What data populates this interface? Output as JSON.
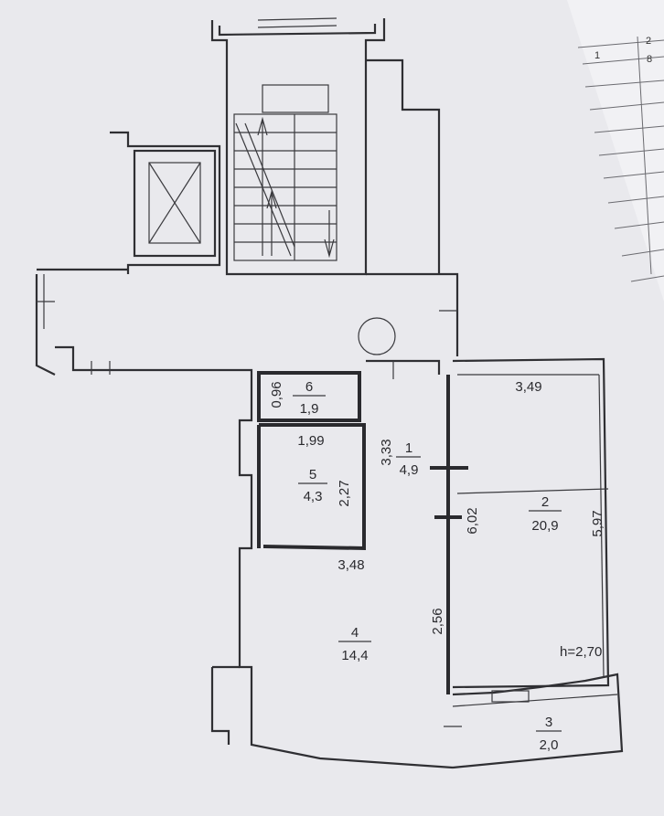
{
  "rooms": [
    {
      "id": "1",
      "number": "1",
      "area": "4,9"
    },
    {
      "id": "2",
      "number": "2",
      "area": "20,9"
    },
    {
      "id": "3",
      "number": "3",
      "area": "2,0"
    },
    {
      "id": "4",
      "number": "4",
      "area": "14,4"
    },
    {
      "id": "5",
      "number": "5",
      "area": "4,3"
    },
    {
      "id": "6",
      "number": "6",
      "area": "1,9"
    }
  ],
  "dimensions": {
    "room2_width": "3,49",
    "room2_length": "6,02",
    "room2_length_outer": "5,97",
    "room1_length": "3,33",
    "room5_width": "1,99",
    "room5_length": "2,27",
    "room6_width": "0,96",
    "room4_width": "3,48",
    "room4_length": "2,56"
  },
  "ceiling_height": "h=2,70",
  "table": {
    "col1": "1",
    "col2": "2",
    "col2_value": "8"
  }
}
